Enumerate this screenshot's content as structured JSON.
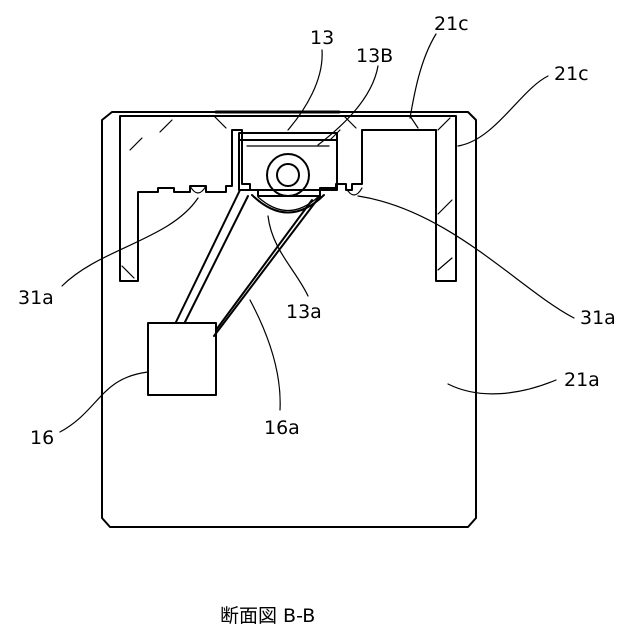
{
  "figure": {
    "caption": "断面図 B-B",
    "labels": {
      "l13": "13",
      "l13B": "13B",
      "l21c_top": "21c",
      "l21c_right": "21c",
      "l31a_left": "31a",
      "l31a_right": "31a",
      "l13a": "13a",
      "l21a": "21a",
      "l16": "16",
      "l16a": "16a"
    }
  }
}
